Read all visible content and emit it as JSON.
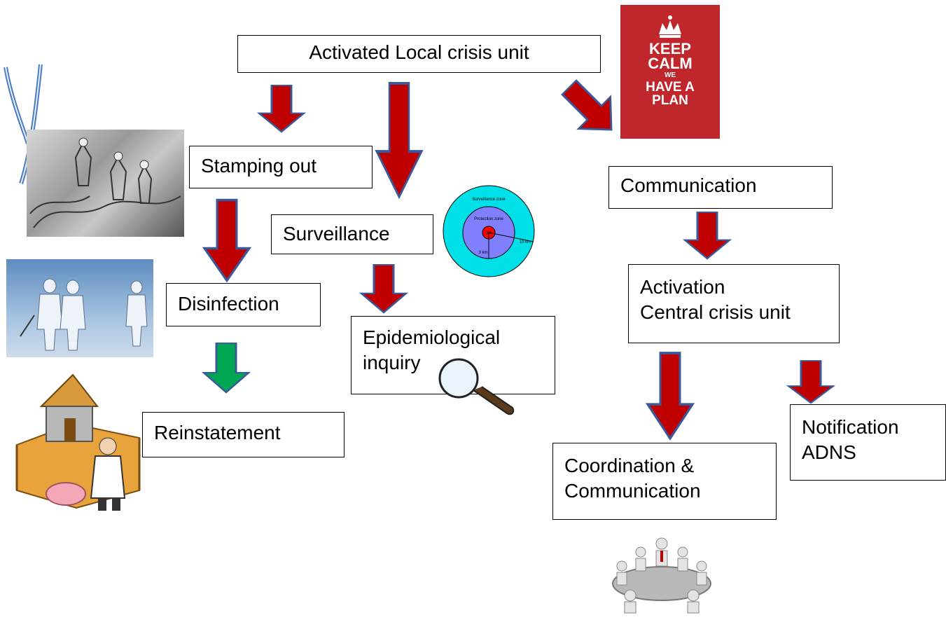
{
  "boxes": {
    "local_crisis": "Activated Local crisis unit",
    "stamping_out": "Stamping out",
    "surveillance": "Surveillance",
    "disinfection": "Disinfection",
    "epidemiological": [
      "Epidemiological",
      "inquiry"
    ],
    "reinstatement": "Reinstatement",
    "communication": "Communication",
    "central_crisis": [
      "Activation",
      "Central crisis unit"
    ],
    "coordination": [
      "Coordination &",
      "Communication"
    ],
    "notification": [
      "Notification",
      "ADNS"
    ]
  },
  "poster": {
    "lines": [
      "KEEP",
      "CALM",
      "WE",
      "HAVE A",
      "PLAN"
    ],
    "color": "#c0272d"
  },
  "zone_map": {
    "outer_label": "Surveillance zone",
    "inner_label": "Protection zone",
    "center_label": "IP",
    "inner_radius": "3 km",
    "outer_radius": "10 km"
  },
  "colors": {
    "arrow_red": "#c00000",
    "arrow_green": "#00a651",
    "arrow_outline": "#3b5998"
  }
}
